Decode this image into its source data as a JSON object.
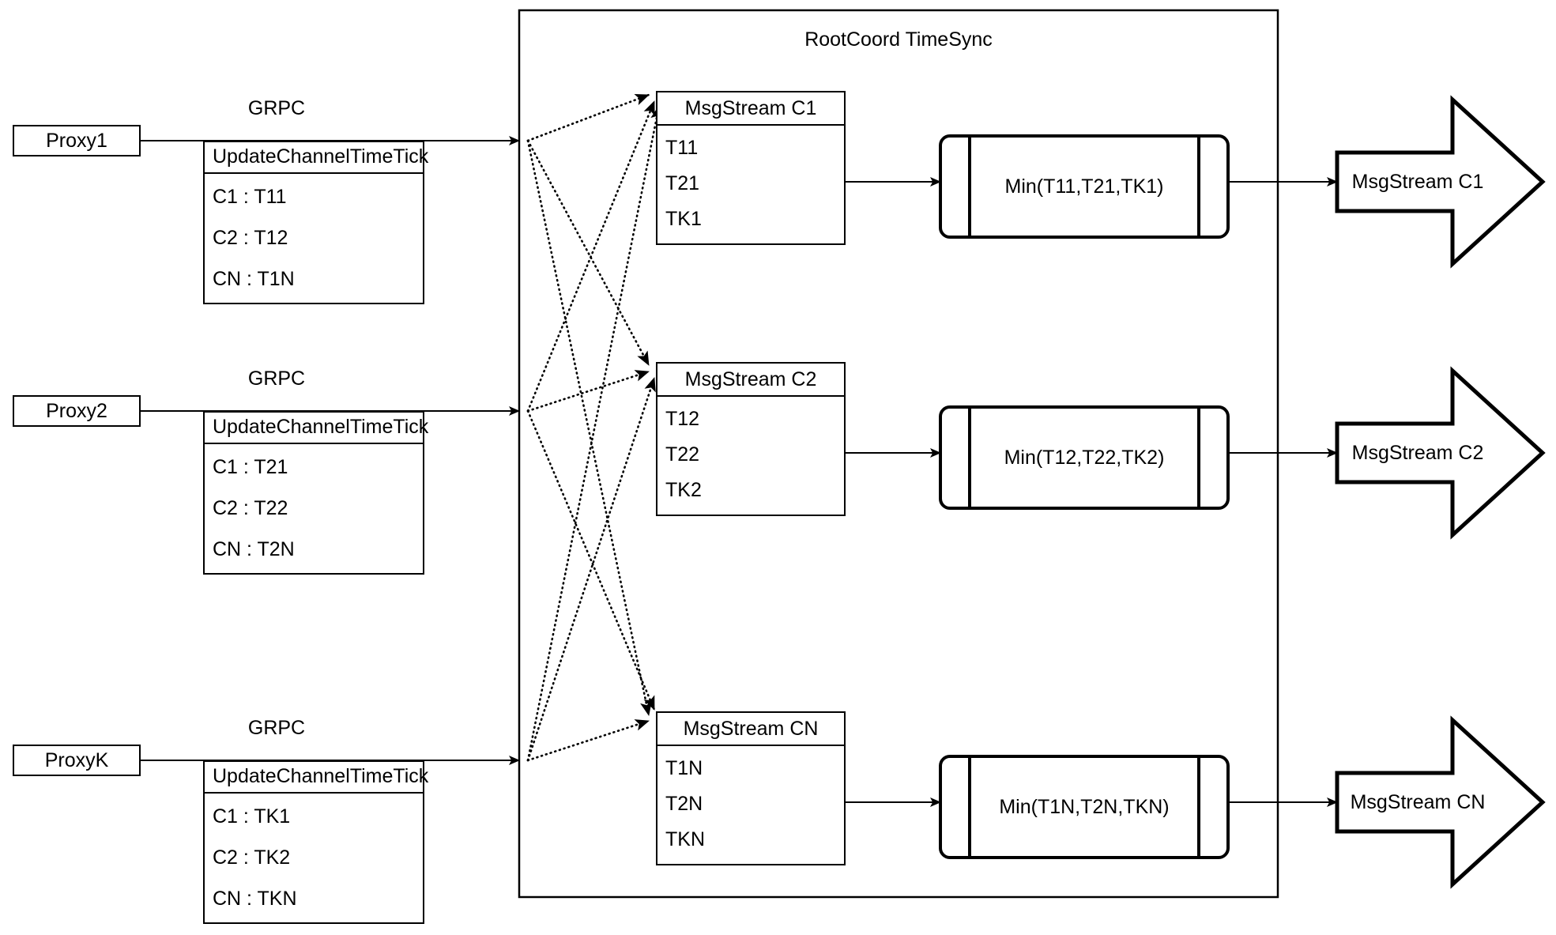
{
  "diagram": {
    "title": "RootCoord TimeSync",
    "container_label": "RootCoord TimeSync"
  },
  "proxies": [
    {
      "name": "Proxy1",
      "link_label": "GRPC",
      "request": {
        "title": "UpdateChannelTimeTick",
        "rows": [
          "C1 :  T11",
          "C2 :  T12",
          "CN : T1N"
        ]
      }
    },
    {
      "name": "Proxy2",
      "link_label": "GRPC",
      "request": {
        "title": "UpdateChannelTimeTick",
        "rows": [
          "C1 :  T21",
          "C2 :  T22",
          "CN : T2N"
        ]
      }
    },
    {
      "name": "ProxyK",
      "link_label": "GRPC",
      "request": {
        "title": "UpdateChannelTimeTick",
        "rows": [
          "C1 :  TK1",
          "C2 :  TK2",
          "CN : TKN"
        ]
      }
    }
  ],
  "channels": [
    {
      "stream": {
        "title": "MsgStream C1",
        "rows": [
          "T11",
          "T21",
          "TK1"
        ]
      },
      "process": "Min(T11,T21,TK1)",
      "output": "MsgStream C1"
    },
    {
      "stream": {
        "title": "MsgStream C2",
        "rows": [
          "T12",
          "T22",
          "TK2"
        ]
      },
      "process": "Min(T12,T22,TK2)",
      "output": "MsgStream C2"
    },
    {
      "stream": {
        "title": "MsgStream CN",
        "rows": [
          "T1N",
          "T2N",
          "TKN"
        ]
      },
      "process": "Min(T1N,T2N,TKN)",
      "output": "MsgStream CN"
    }
  ],
  "colors": {
    "stroke": "#000000",
    "background": "#ffffff",
    "text": "#000000"
  }
}
